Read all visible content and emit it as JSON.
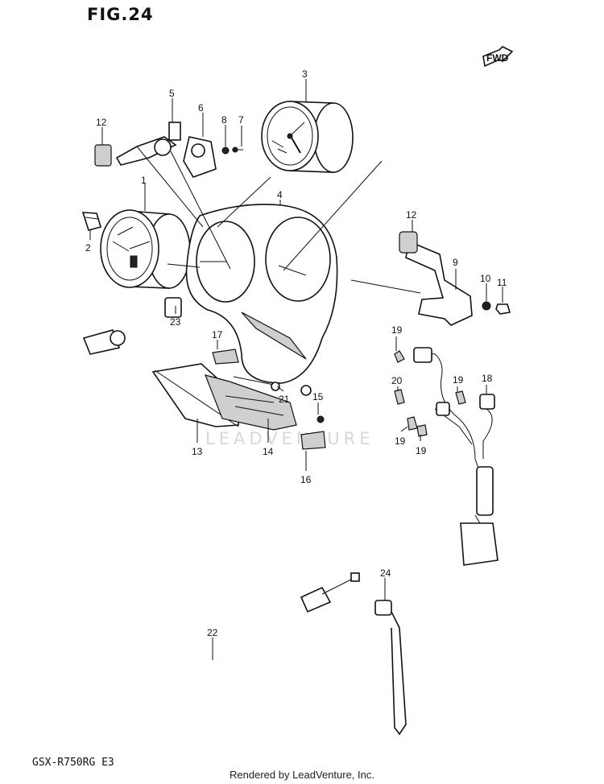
{
  "figure_title": "FIG.24",
  "model_code": "GSX-R750RG  E3",
  "credit": "Rendered by LeadVenture, Inc.",
  "watermark": "LEADVENTURE",
  "arrow_label": "FWD",
  "callouts": [
    "1",
    "2",
    "3",
    "4",
    "5",
    "6",
    "7",
    "8",
    "9",
    "10",
    "11",
    "12",
    "12",
    "13",
    "14",
    "15",
    "16",
    "17",
    "18",
    "19",
    "19",
    "19",
    "19",
    "20",
    "21",
    "22",
    "23",
    "24"
  ]
}
